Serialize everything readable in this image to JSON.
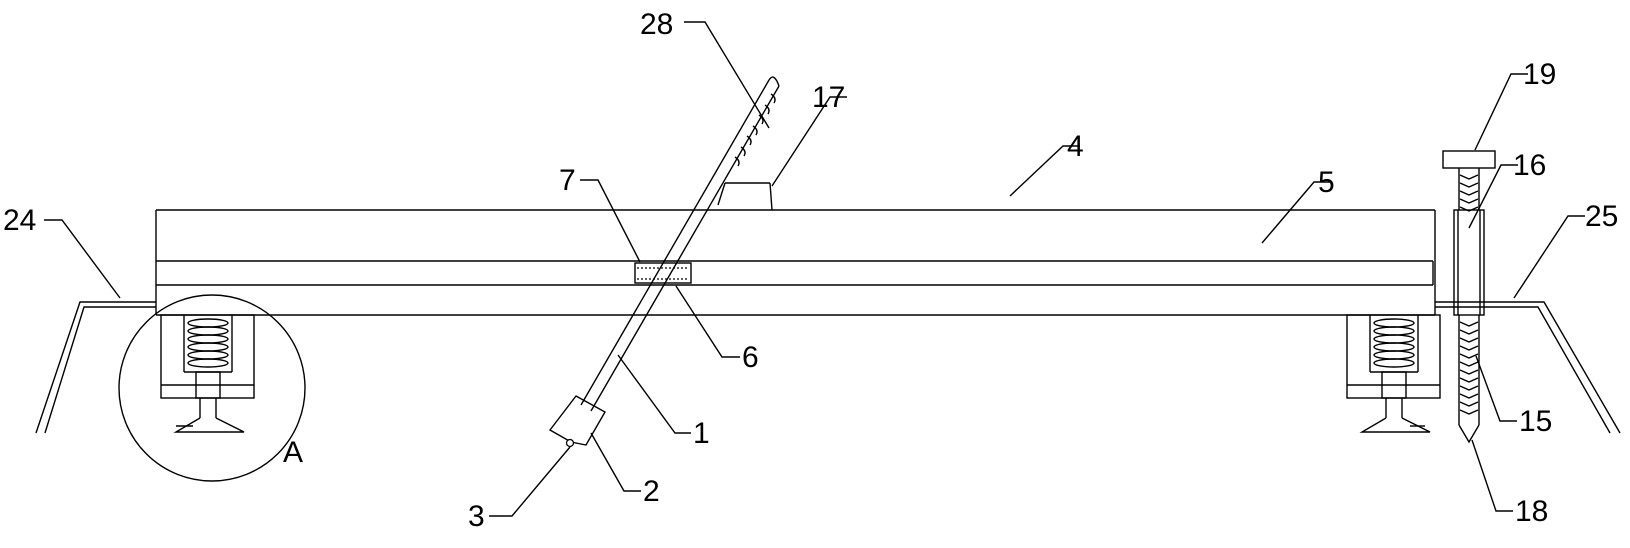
{
  "figure": {
    "callouts": [
      {
        "id": "c1",
        "text": "1"
      },
      {
        "id": "c2",
        "text": "2"
      },
      {
        "id": "c3",
        "text": "3"
      },
      {
        "id": "c4",
        "text": "4"
      },
      {
        "id": "c5",
        "text": "5"
      },
      {
        "id": "c6",
        "text": "6"
      },
      {
        "id": "c7",
        "text": "7"
      },
      {
        "id": "c15",
        "text": "15"
      },
      {
        "id": "c16",
        "text": "16"
      },
      {
        "id": "c17",
        "text": "17"
      },
      {
        "id": "c18",
        "text": "18"
      },
      {
        "id": "c19",
        "text": "19"
      },
      {
        "id": "c24",
        "text": "24"
      },
      {
        "id": "c25",
        "text": "25"
      },
      {
        "id": "c28",
        "text": "28"
      },
      {
        "id": "cA",
        "text": "A"
      }
    ]
  }
}
